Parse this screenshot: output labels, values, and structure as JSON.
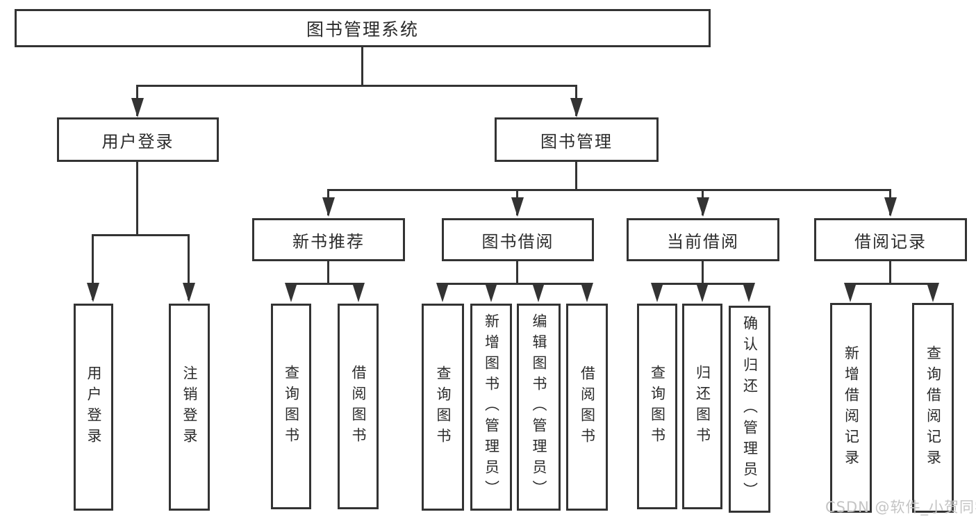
{
  "diagram": {
    "root": {
      "label": "图书管理系统"
    },
    "branches": [
      {
        "label": "用户登录",
        "children": [
          {
            "label": "用户登录"
          },
          {
            "label": "注销登录"
          }
        ]
      },
      {
        "label": "图书管理",
        "children": [
          {
            "label": "新书推荐",
            "children": [
              {
                "label": "查询图书"
              },
              {
                "label": "借阅图书"
              }
            ]
          },
          {
            "label": "图书借阅",
            "children": [
              {
                "label": "查询图书"
              },
              {
                "label": "新增图书（管理员）"
              },
              {
                "label": "编辑图书（管理员）"
              },
              {
                "label": "借阅图书"
              }
            ]
          },
          {
            "label": "当前借阅",
            "children": [
              {
                "label": "查询图书"
              },
              {
                "label": "归还图书"
              },
              {
                "label": "确认归还（管理员）"
              }
            ]
          },
          {
            "label": "借阅记录",
            "children": [
              {
                "label": "新增借阅记录"
              },
              {
                "label": "查询借阅记录"
              }
            ]
          }
        ]
      }
    ]
  },
  "watermark": {
    "text": "CSDN @软件_小贺同学"
  },
  "colors": {
    "line": "#333333",
    "text": "#2b2b2b",
    "background": "#ffffff",
    "watermark": "#c4c4c4"
  }
}
